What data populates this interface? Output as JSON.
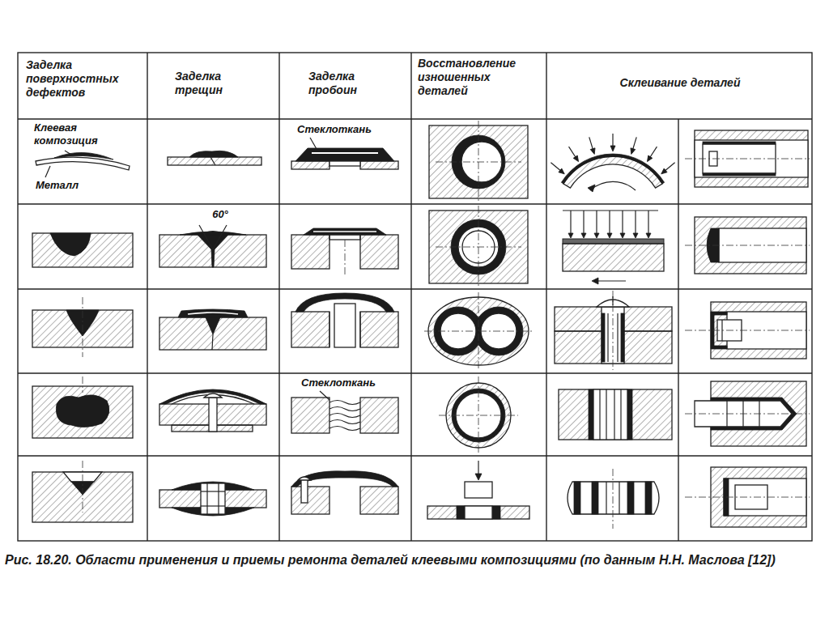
{
  "diagram": {
    "caption": "Рис. 18.20. Области применения и приемы ремонта деталей клеевыми композициями (по данным Н.Н. Маслова [12])",
    "labels": [
      "Заделка поверхностных дефектов",
      "Заделка трещин",
      "Заделка пробоин",
      "Восстановление изношенных деталей",
      "Склеивание деталей",
      "Клеевая композиция",
      "Стеклоткань",
      "Металл",
      "60°",
      "Стеклоткань"
    ]
  }
}
